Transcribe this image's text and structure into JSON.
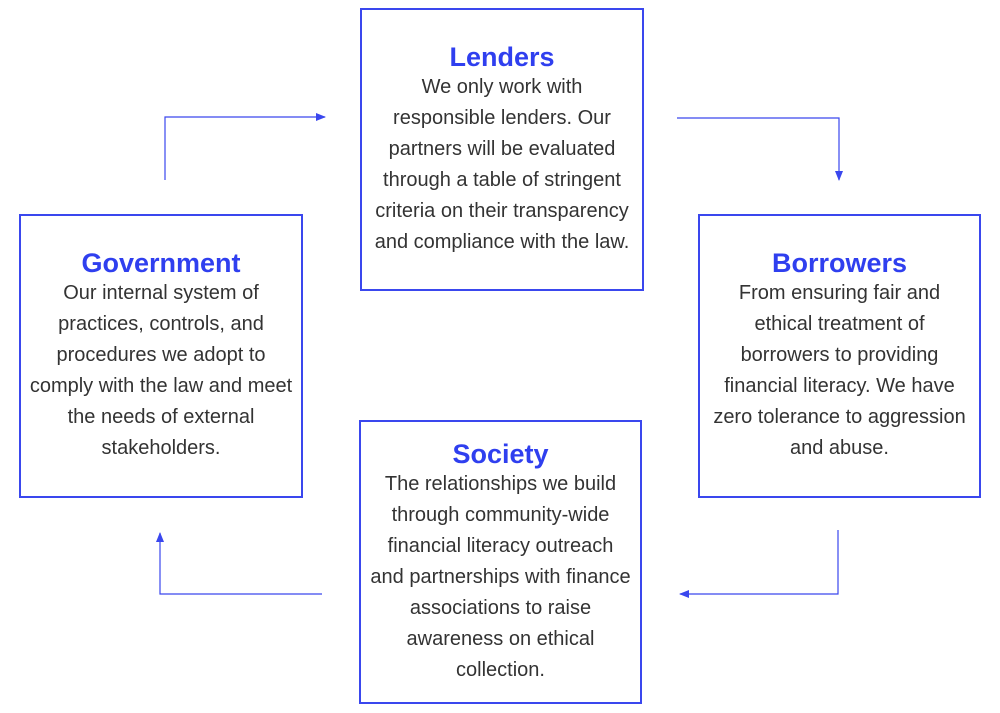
{
  "nodes": {
    "lenders": {
      "title": "Lenders",
      "text": "We only work with responsible lenders. Our partners will be evaluated through a table of stringent criteria on their transparency and compliance with the law."
    },
    "borrowers": {
      "title": "Borrowers",
      "text": "From ensuring fair and ethical treatment of borrowers to providing financial literacy. We have zero tolerance to aggression and abuse."
    },
    "society": {
      "title": "Society",
      "text": "The relationships we build through community-wide financial literacy outreach and partnerships with finance associations to raise awareness on ethical collection."
    },
    "government": {
      "title": "Government",
      "text": "Our internal system of practices, controls, and procedures we adopt to comply with the law and meet the needs of external stakeholders."
    }
  },
  "colors": {
    "accent": "#2f3fef",
    "text": "#333333"
  }
}
